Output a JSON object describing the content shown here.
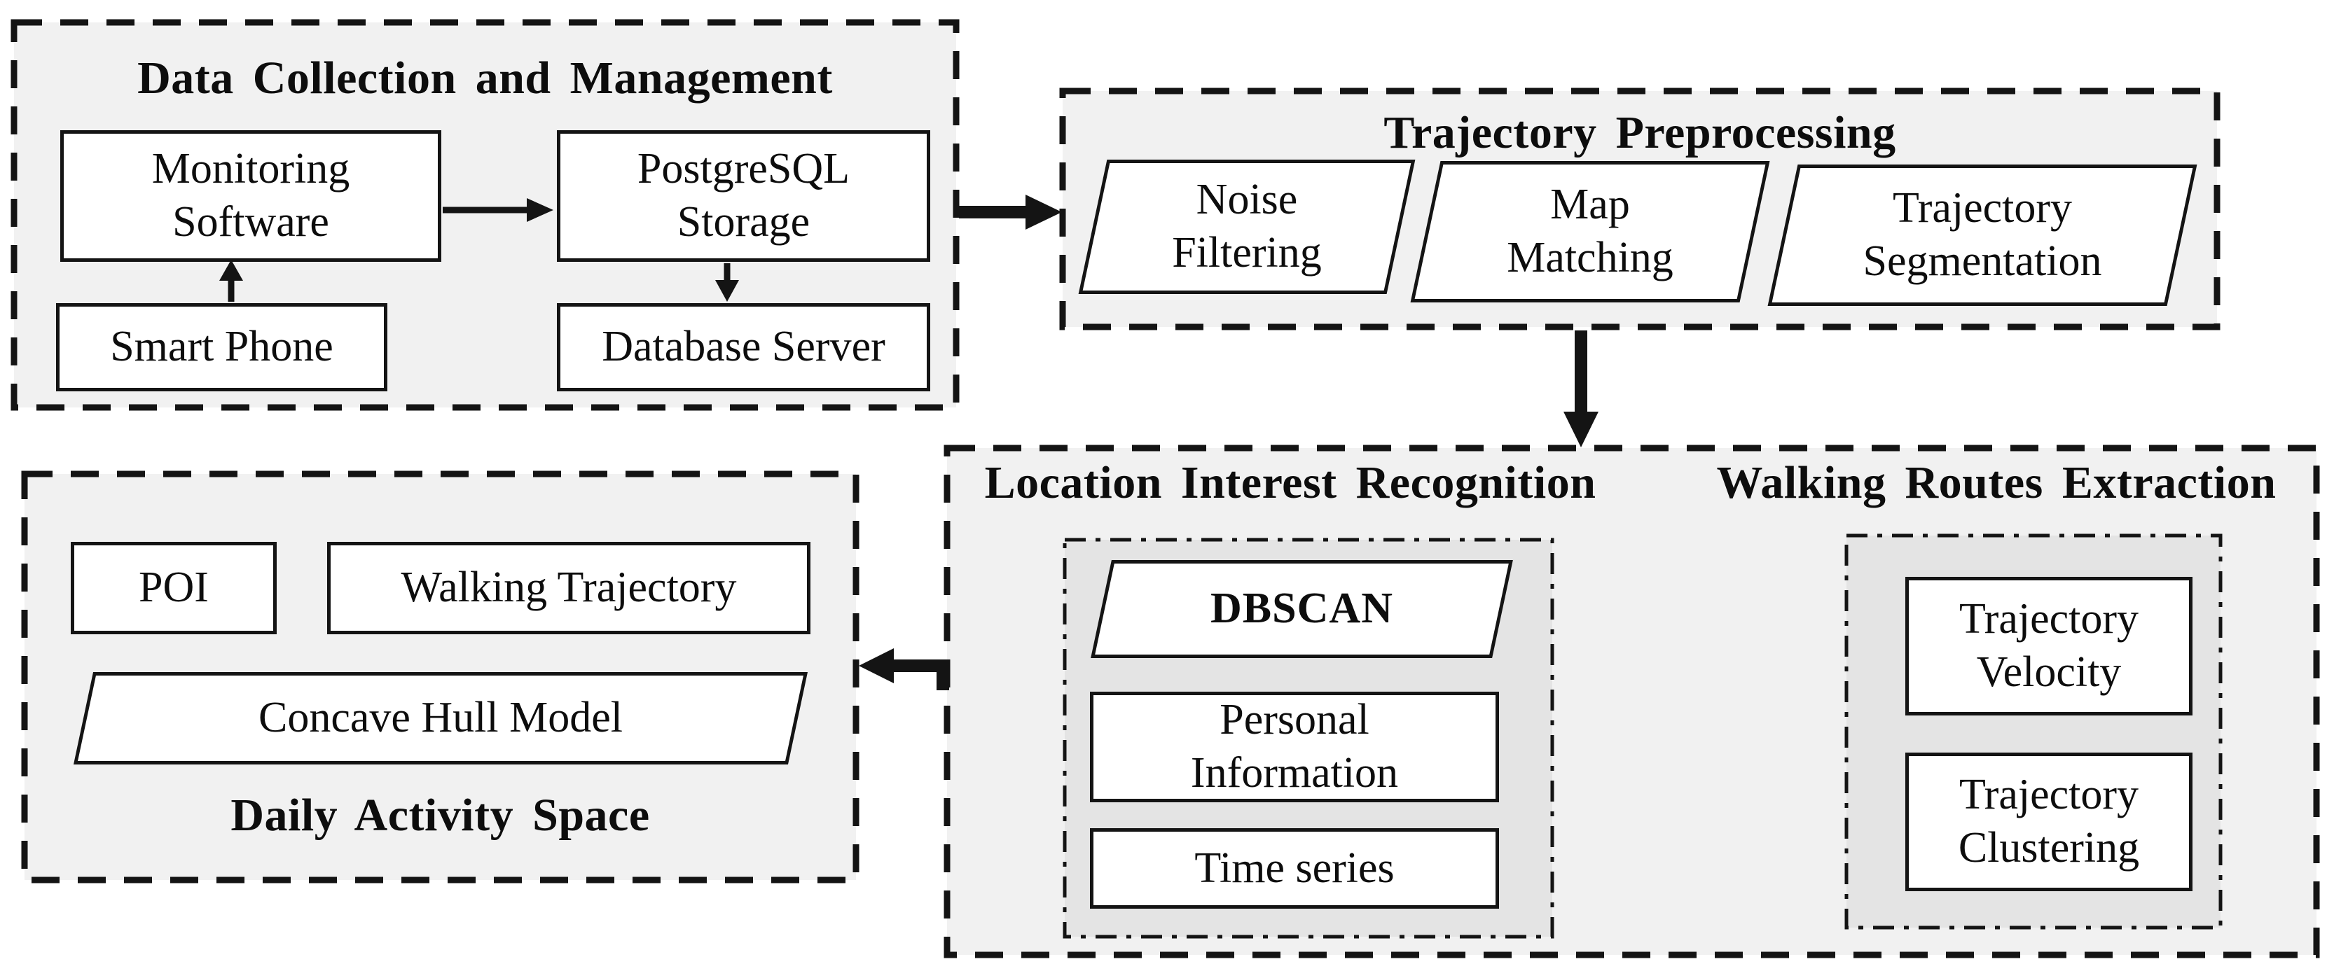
{
  "colors": {
    "background": "#ffffff",
    "panel": "#f1f1f1",
    "inner_panel": "#e4e4e4",
    "node": "#ffffff",
    "line": "#141414",
    "text": "#0d0d0d"
  },
  "diagram": {
    "data_collection": {
      "title": "Data Collection and Management",
      "monitoring_software": "Monitoring Software",
      "postgresql_storage": "PostgreSQL Storage",
      "smart_phone": "Smart Phone",
      "database_server": "Database Server"
    },
    "trajectory_preprocessing": {
      "title": "Trajectory Preprocessing",
      "noise_filtering": "Noise Filtering",
      "map_matching": "Map Matching",
      "trajectory_segmentation": "Trajectory Segmentation"
    },
    "location_interest_recognition": {
      "title": "Location Interest Recognition",
      "dbscan": "DBSCAN",
      "personal_information": "Personal Information",
      "time_series": "Time series"
    },
    "walking_routes_extraction": {
      "title": "Walking Routes Extraction",
      "trajectory_velocity": "Trajectory Velocity",
      "trajectory_clustering": "Trajectory Clustering"
    },
    "daily_activity_space": {
      "title": "Daily Activity Space",
      "poi": "POI",
      "walking_trajectory": "Walking Trajectory",
      "concave_hull_model": "Concave Hull Model"
    }
  }
}
